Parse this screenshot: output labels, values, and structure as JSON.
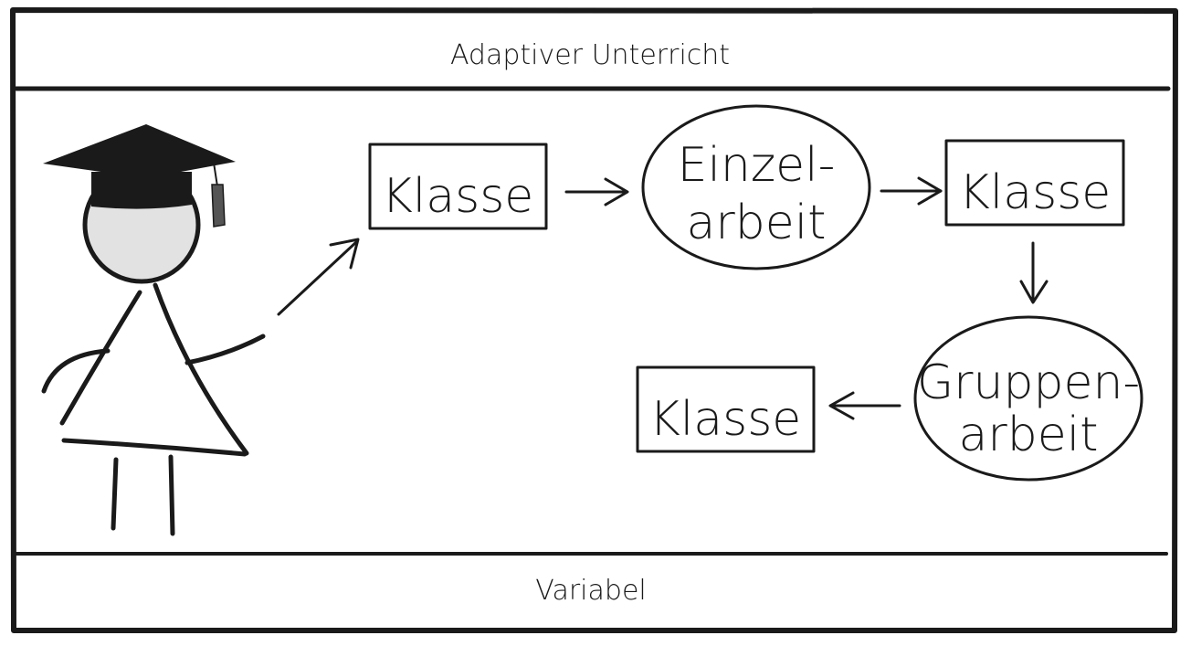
{
  "header": {
    "title": "Adaptiver Unterricht"
  },
  "footer": {
    "label": "Variabel"
  },
  "flow": {
    "step1": "Klasse",
    "step2_line1": "Einzel-",
    "step2_line2": "arbeit",
    "step3": "Klasse",
    "step4_line1": "Gruppen-",
    "step4_line2": "arbeit",
    "step5": "Klasse"
  },
  "colors": {
    "ink": "#1a1a1a",
    "face": "#e2e2e2",
    "background": "#ffffff"
  }
}
